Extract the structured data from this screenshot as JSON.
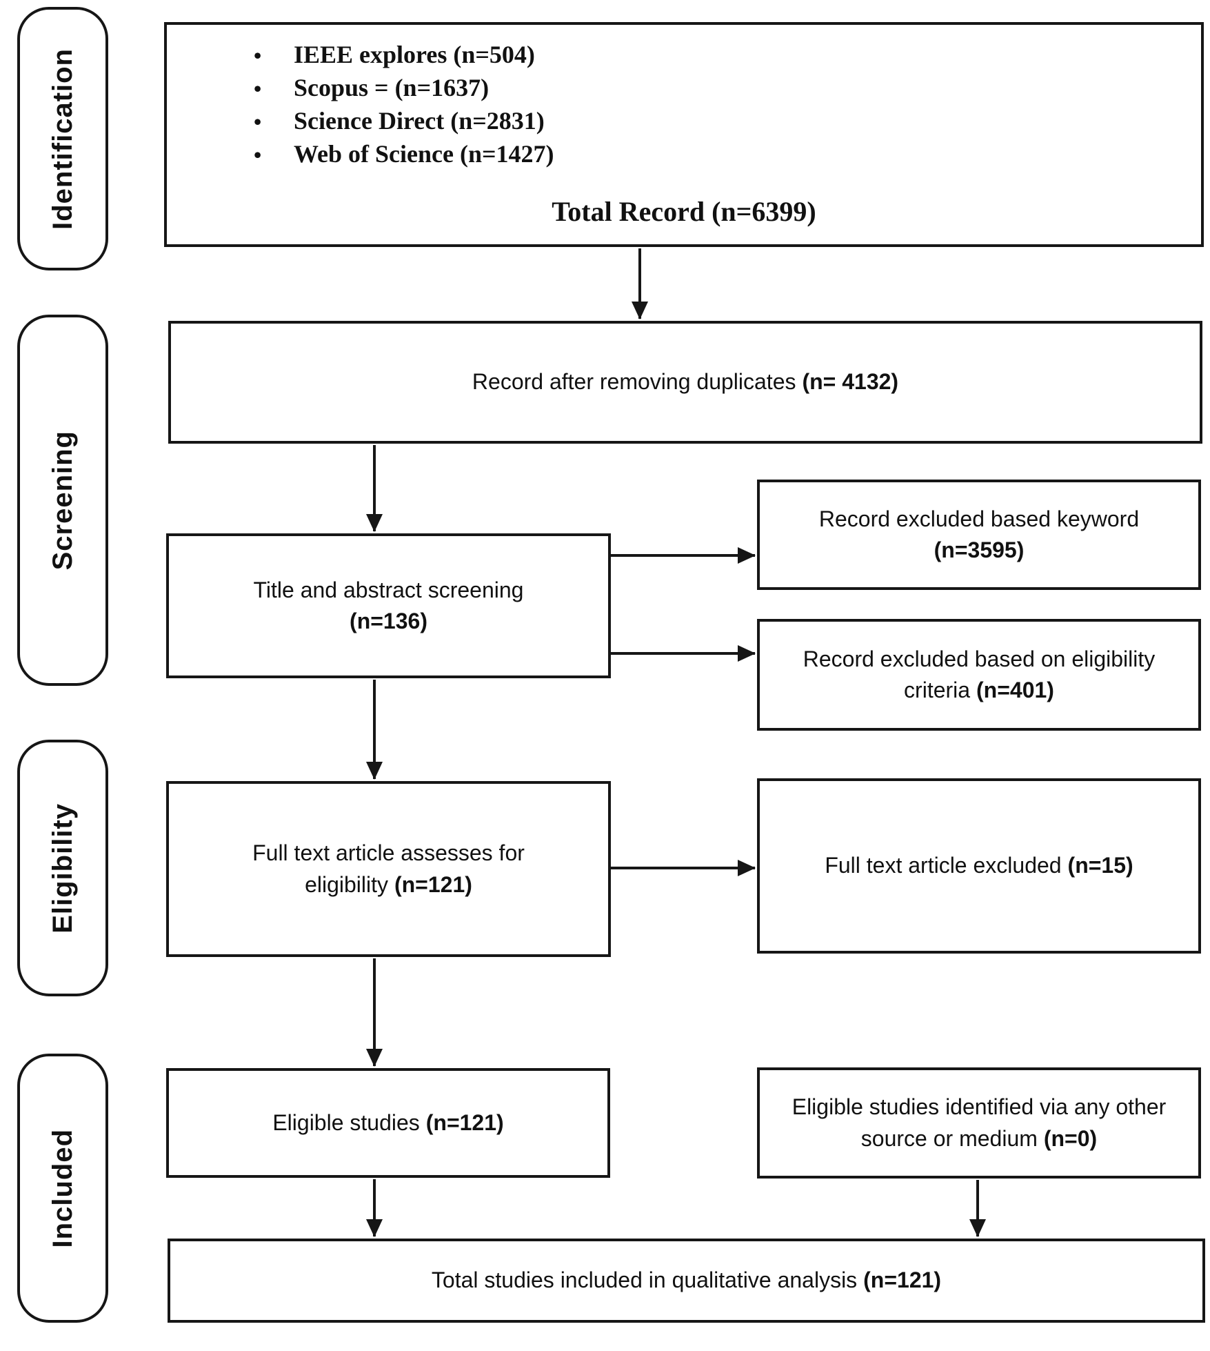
{
  "stages": {
    "identification": "Identification",
    "screening": "Screening",
    "eligibility": "Eligibility",
    "included": "Included"
  },
  "identification_box": {
    "bullet_icon": "•",
    "sources": [
      "IEEE explores (n=504)",
      "Scopus = (n=1637)",
      "Science Direct (n=2831)",
      "Web of Science (n=1427)"
    ],
    "total": "Total Record (n=6399)"
  },
  "boxes": {
    "duplicates": {
      "label": "Record after removing duplicates",
      "n": "(n= 4132)"
    },
    "title_abstract": {
      "label": "Title and abstract screening",
      "n": "(n=136)"
    },
    "excluded_keyword": {
      "label": "Record excluded based keyword",
      "n": "(n=3595)"
    },
    "excluded_eligibility": {
      "label": "Record excluded based on eligibility criteria",
      "n": "(n=401)"
    },
    "fulltext_assessed": {
      "label": "Full text article assesses for eligibility",
      "n": "(n=121)"
    },
    "fulltext_excluded": {
      "label": "Full text article excluded",
      "n": "(n=15)"
    },
    "eligible": {
      "label": "Eligible studies",
      "n": "(n=121)"
    },
    "eligible_other": {
      "label": "Eligible studies identified via any other source or medium",
      "n": "(n=0)"
    },
    "total_included": {
      "label": "Total studies included in qualitative analysis",
      "n": "(n=121)"
    }
  }
}
